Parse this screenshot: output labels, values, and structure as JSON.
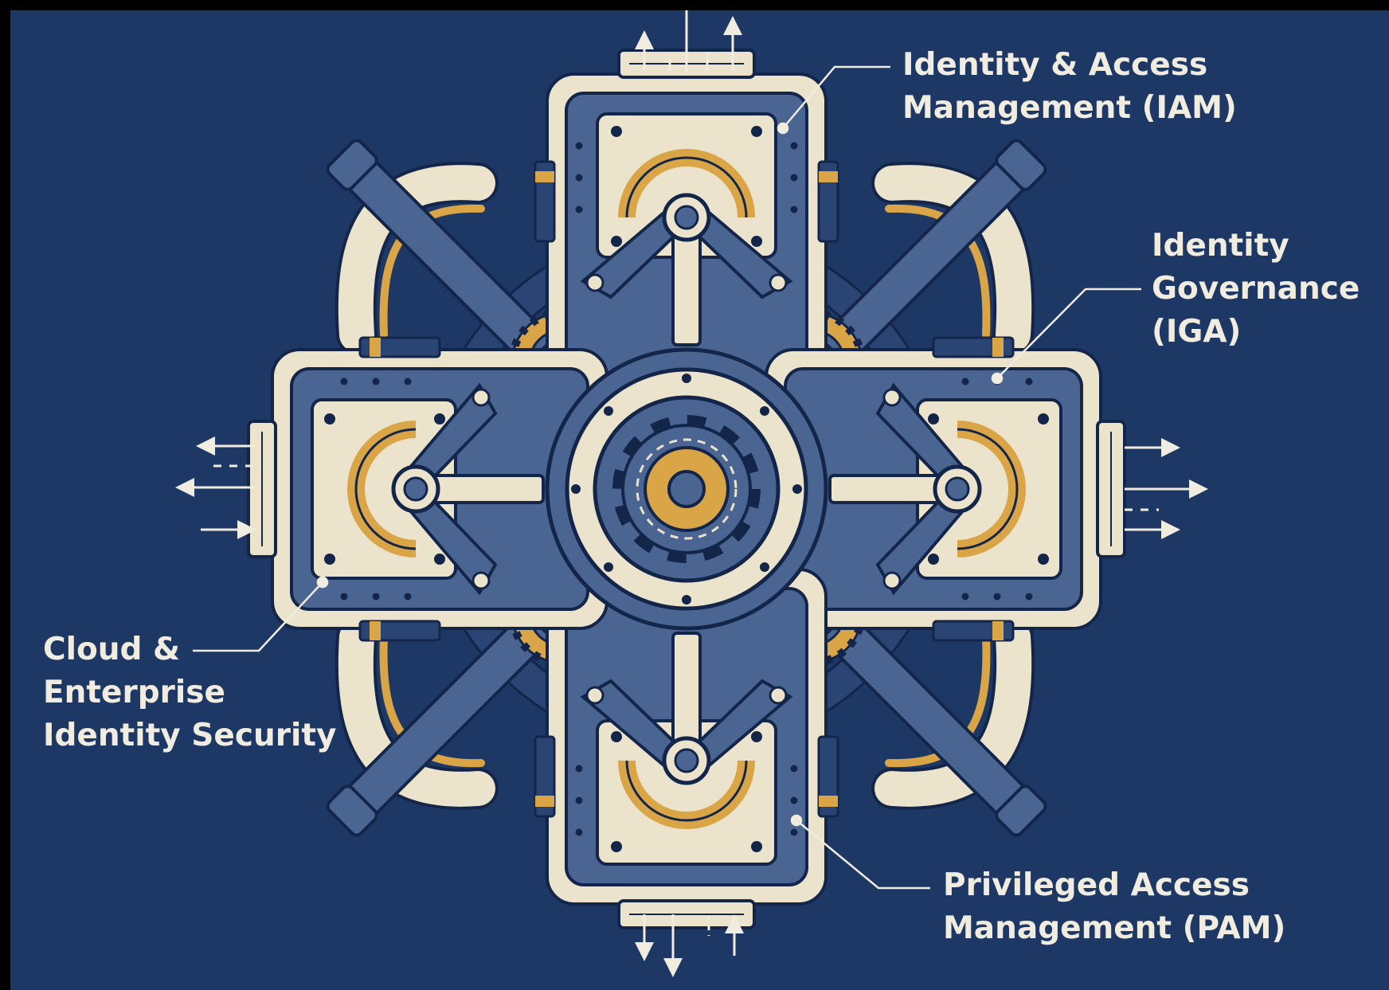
{
  "colors": {
    "background": "#1e3866",
    "frame": "#000000",
    "steel": "#4b6592",
    "steel_dark": "#2a4474",
    "cream": "#ece3cc",
    "gold": "#d9a546",
    "outline": "#13264a",
    "text": "#f1ece0"
  },
  "labels": {
    "iam": [
      "Identity & Access",
      "Management (IAM)"
    ],
    "iga": [
      "Identity",
      "Governance",
      "(IGA)"
    ],
    "cloud": [
      "Cloud &",
      "Enterprise",
      "Identity Security"
    ],
    "pam": [
      "Privileged Access",
      "Management (PAM)"
    ]
  },
  "icons": {
    "center": "central-gear-icon",
    "modules": [
      "iam-module-icon",
      "iga-module-icon",
      "pam-module-icon",
      "cloud-module-icon"
    ]
  }
}
